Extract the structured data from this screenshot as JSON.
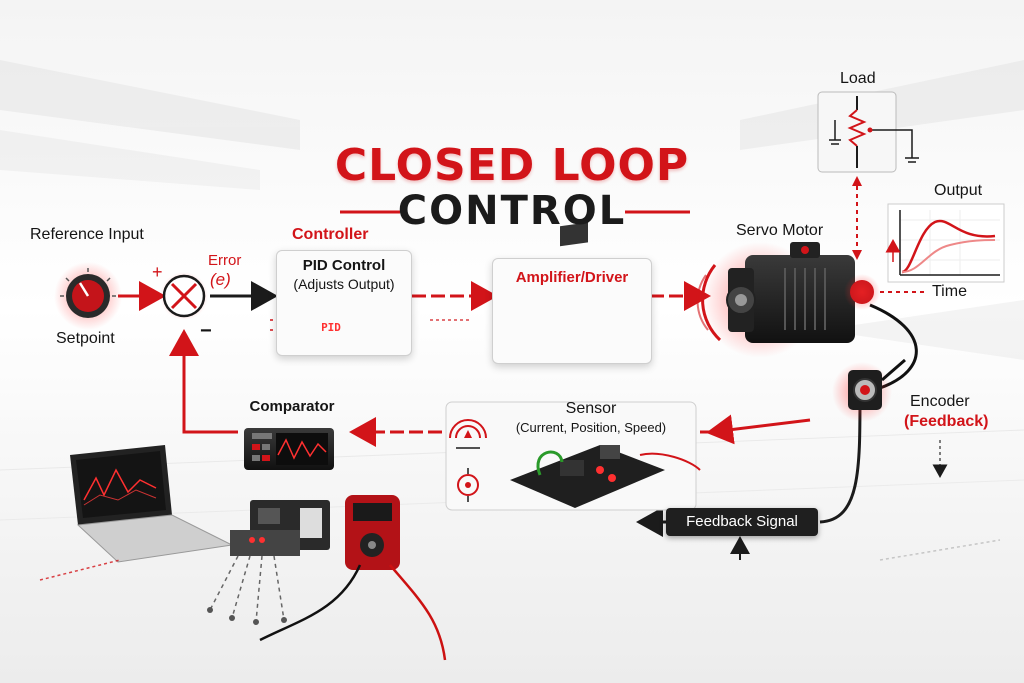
{
  "title": {
    "line1": "CLOSED LOOP",
    "line2": "CONTROL"
  },
  "reference": {
    "label": "Reference Input",
    "setpoint": "Setpoint",
    "plus": "+",
    "minus": "−"
  },
  "error": {
    "label": "Error",
    "symbol": "(e)"
  },
  "controller": {
    "label": "Controller",
    "title": "PID Control",
    "subtitle": "(Adjusts Output)",
    "display": "PID"
  },
  "amplifier": {
    "label": "Amplifier/Driver"
  },
  "motor": {
    "label": "Servo Motor"
  },
  "load": {
    "label": "Load"
  },
  "output_graph": {
    "title": "Output",
    "xlabel": "Time"
  },
  "encoder": {
    "label": "Encoder",
    "feedback": "(Feedback)"
  },
  "sensor": {
    "label": "Sensor",
    "subtitle": "(Current, Position, Speed)"
  },
  "comparator": {
    "label": "Comparator"
  },
  "feedback_signal": {
    "label": "Feedback Signal"
  },
  "colors": {
    "accent": "#d21419",
    "dark": "#1b1b1b"
  },
  "icons": [
    "knob-icon",
    "summing-junction-icon",
    "pid-controller-icon",
    "driver-board-icon",
    "servo-motor-icon",
    "resistor-load-icon",
    "encoder-icon",
    "sensor-board-icon",
    "comparator-icon",
    "laptop-icon",
    "plc-icon",
    "multimeter-icon",
    "wave-icon",
    "target-icon"
  ]
}
